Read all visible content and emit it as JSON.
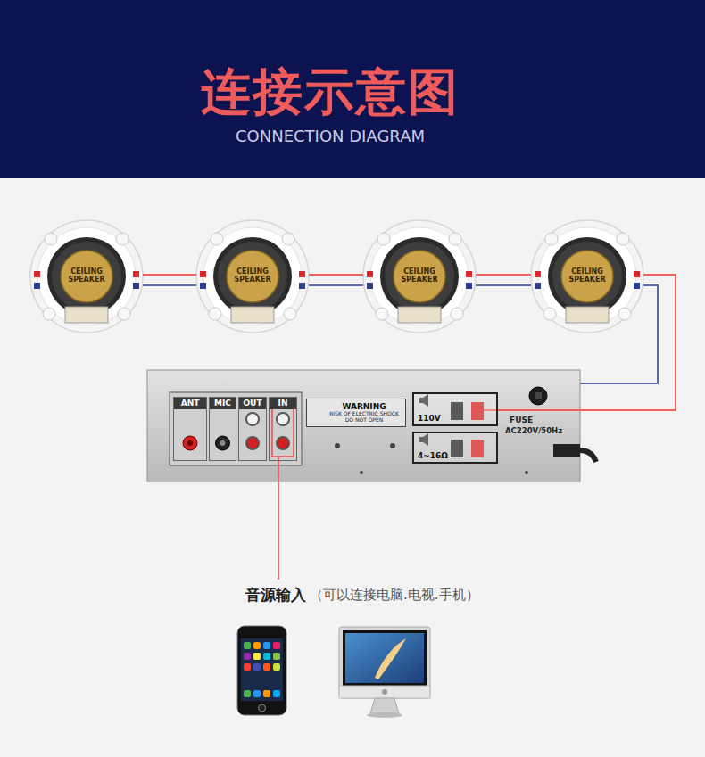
{
  "diagram": {
    "title": "连接示意图",
    "nodes": [
      {
        "text": [
          "CEILING SPEAKER"
        ]
      },
      {
        "text": [
          "CEILING SPEAKER"
        ]
      },
      {
        "text": [
          "CEILING SPEAKER"
        ]
      },
      {
        "text": [
          "CEILING SPEAKER"
        ]
      },
      {
        "text": [
          "ANT"
        ]
      },
      {
        "text": [
          "MIC"
        ]
      },
      {
        "text": [
          "OUT"
        ]
      },
      {
        "text": [
          "IN"
        ]
      },
      {
        "text": [
          "WARNING",
          "RISK OF ELECTRIC SHOCK DO NOT OPEN"
        ]
      },
      {
        "text": [
          "110V"
        ]
      },
      {
        "text": [
          "4~16Ω"
        ]
      }
    ],
    "edges": [
      {
        "from": 0,
        "to": 1,
        "arrow": "none"
      },
      {
        "from": 1,
        "to": 2,
        "arrow": "none"
      },
      {
        "from": 2,
        "to": 3,
        "arrow": "none"
      },
      {
        "from": 3,
        "to": 9,
        "arrow": "none"
      }
    ],
    "labels": [
      "CONNECTION DIAGRAM",
      "FUSE",
      "AC220V/50Hz",
      "音源输入",
      "（可以连接电脑.电视.手机）"
    ]
  }
}
